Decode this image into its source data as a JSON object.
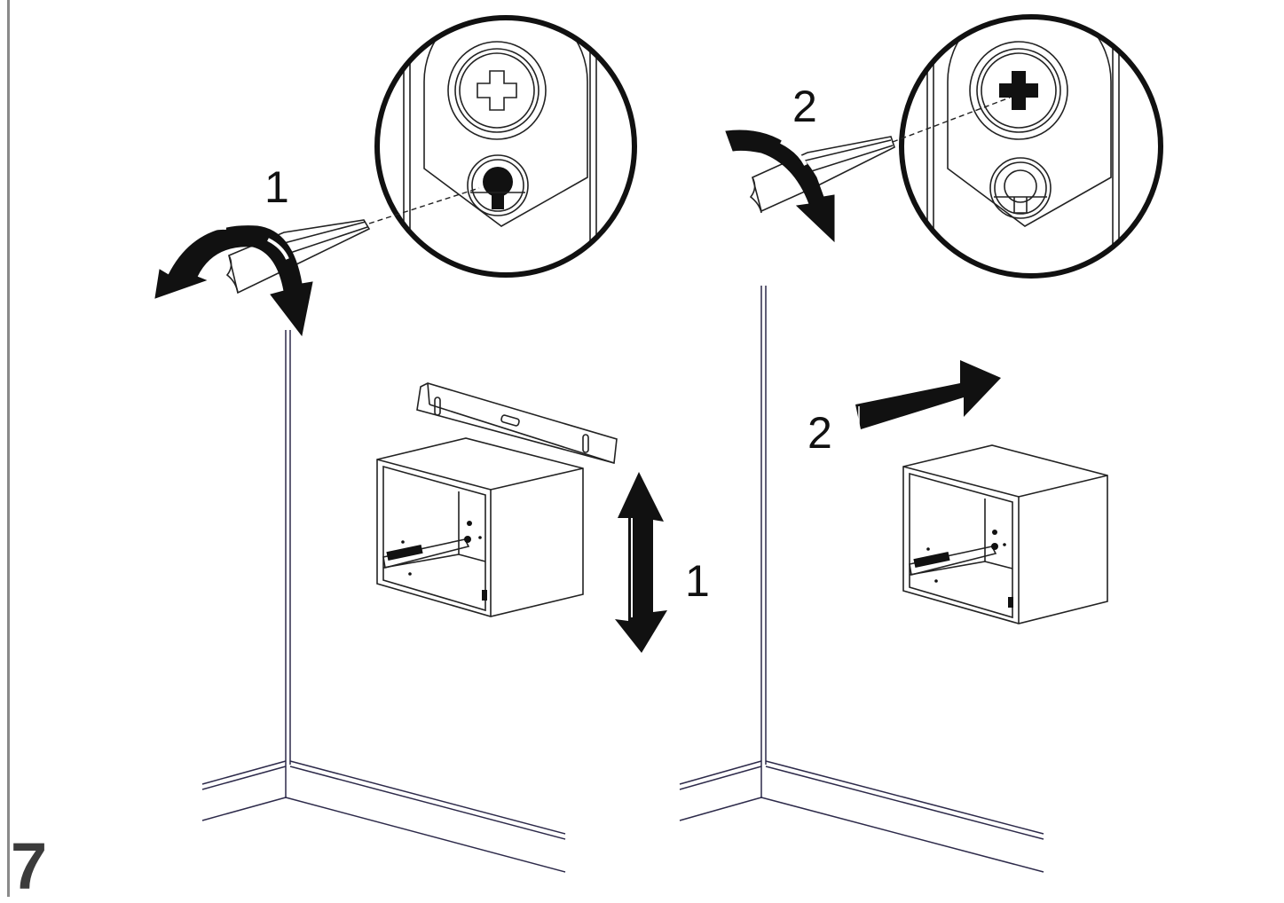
{
  "step": {
    "number": "7"
  },
  "labels": {
    "left_turn": "1",
    "right_turn": "2",
    "left_move": "1",
    "right_move": "2"
  },
  "colors": {
    "line": "#222222",
    "wall": "#2d2a4a",
    "fill": "#111111",
    "margin_bar": "#8a8a8a"
  },
  "icons": {
    "rotate": "rotate-arrow-icon",
    "vertical_adjust": "up-down-arrow-icon",
    "horizontal_adjust": "right-arrow-icon",
    "screwdriver": "screwdriver-icon"
  }
}
